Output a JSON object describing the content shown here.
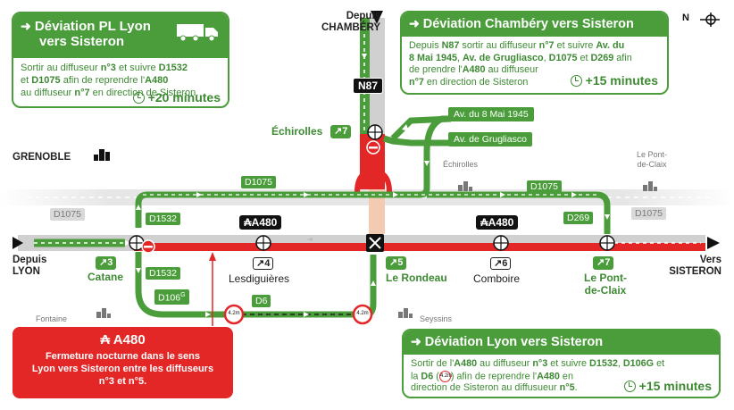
{
  "box_pl_lyon": {
    "title_l1": "Déviation PL Lyon",
    "title_l2": "vers Sisteron",
    "body_l1_a": "Sortir au diffuseur ",
    "body_l1_b": "n°3",
    "body_l1_c": " et suivre ",
    "body_l1_d": "D1532",
    "body_l2_a": "et ",
    "body_l2_b": "D1075",
    "body_l2_c": " afin de reprendre l'",
    "body_l2_d": "A480",
    "body_l3_a": "au diffuseur ",
    "body_l3_b": "n°7",
    "body_l3_c": " en direction de Sisteron.",
    "time": "+20 minutes",
    "icon": "truck-icon"
  },
  "box_chambery": {
    "title": "Déviation Chambéry vers Sisteron",
    "l1_a": "Depuis ",
    "l1_b": "N87",
    "l1_c": " sortir au diffuseur ",
    "l1_d": "n°7",
    "l1_e": " et suivre ",
    "l1_f": "Av. du",
    "l2_a": "8 Mai 1945",
    "l2_b": ", ",
    "l2_c": "Av. de Grugliasco",
    "l2_d": ", ",
    "l2_e": "D1075",
    "l2_f": " et ",
    "l2_g": "D269",
    "l2_h": " afin",
    "l3_a": "de prendre l'",
    "l3_b": "A480",
    "l3_c": " au diffuseur",
    "l4_a": "n°7",
    "l4_b": " en direction de Sisteron",
    "time": "+15 minutes"
  },
  "box_lyon": {
    "title": "Déviation Lyon vers Sisteron",
    "l1_a": "Sortir de l'",
    "l1_b": "A480",
    "l1_c": " au diffuseur ",
    "l1_d": "n°3",
    "l1_e": " et suivre ",
    "l1_f": "D1532",
    "l1_g": ", ",
    "l1_h": "D106G",
    "l1_i": " et",
    "l2_a": "la ",
    "l2_b": "D6",
    "l2_c": " (",
    "l2_d": "4.2m",
    "l2_e": ") afin de reprendre l'",
    "l2_f": "A480",
    "l2_g": " en",
    "l3_a": "direction de Sisteron au diffusueur ",
    "l3_b": "n°5",
    "l3_c": ".",
    "time": "+15 minutes"
  },
  "closure": {
    "title": "A480",
    "l1": "Fermeture nocturne dans le sens",
    "l2": "Lyon vers Sisteron entre les diffuseurs",
    "l3": "n°3 et n°5."
  },
  "places": {
    "depuis_chambery_1": "Depuis",
    "depuis_chambery_2": "CHAMBÉRY",
    "grenoble": "GRENOBLE",
    "depuis_lyon_1": "Depuis",
    "depuis_lyon_2": "LYON",
    "vers_sisteron_1": "Vers",
    "vers_sisteron_2": "SISTERON",
    "pont_de_claix_grey_1": "Le Pont-",
    "pont_de_claix_grey_2": "de-Claix",
    "echirolles_grey": "Échirolles",
    "fontaine": "Fontaine",
    "seyssins": "Seyssins"
  },
  "roads": {
    "n87": "N87",
    "a480": "A480",
    "d1075": "D1075",
    "d1532": "D1532",
    "d106g": "D106",
    "d106g_sup": "G",
    "d6": "D6",
    "d269": "D269",
    "av_8mai": "Av. du 8 Mai 1945",
    "av_grugliasco": "Av. de Grugliasco",
    "height_limit": "4.2m"
  },
  "exits": {
    "e3_num": "3",
    "e3_name": "Catane",
    "e4_num": "4",
    "e4_name": "Lesdiguières",
    "e5_num": "5",
    "e5_name": "Le Rondeau",
    "e6_num": "6",
    "e6_name": "Comboire",
    "e7_num": "7",
    "e7_name_1": "Le Pont-",
    "e7_name_2": "de-Claix",
    "e7n_num": "7",
    "e7n_name": "Échirolles"
  },
  "compass": "N",
  "colors": {
    "green": "#4a9d3a",
    "red": "#e32626",
    "grey_road": "#e6e6e6",
    "black": "#111111"
  }
}
